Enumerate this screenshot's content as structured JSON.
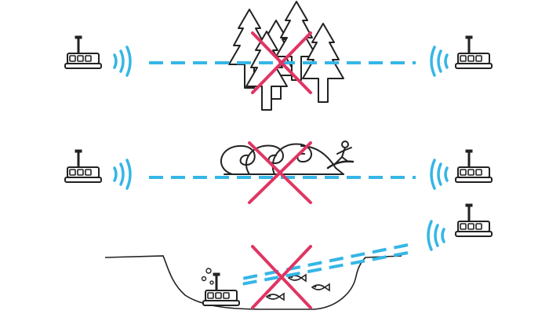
{
  "colors": {
    "line": "#222222",
    "signal": "#35b6e6",
    "cross": "#e03563",
    "background": "#ffffff"
  },
  "icons": {
    "device": "radio-transmitter-icon",
    "waves": "signal-waves-icon",
    "blocked": "red-x-icon",
    "trees": "forest-icon",
    "wave": "ocean-wave-icon",
    "surfer": "surfer-icon",
    "fish": "fish-icon",
    "bubbles": "bubbles-icon"
  },
  "scenes": [
    {
      "id": "forest",
      "obstacle": "trees",
      "blocked": true
    },
    {
      "id": "waves",
      "obstacle": "ocean-wave",
      "blocked": true
    },
    {
      "id": "underwater",
      "obstacle": "water",
      "blocked": true
    }
  ]
}
